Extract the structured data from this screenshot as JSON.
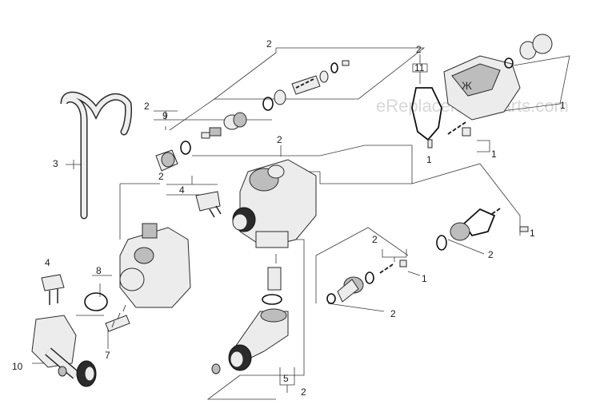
{
  "watermark": "eReplacementParts.com",
  "parts": [
    {
      "id": "p2-top",
      "label": "2"
    },
    {
      "id": "p2-topright",
      "label": "2"
    },
    {
      "id": "p11",
      "label": "11"
    },
    {
      "id": "p1-housing",
      "label": "1"
    },
    {
      "id": "p2-left",
      "label": "2"
    },
    {
      "id": "p9",
      "label": "9"
    },
    {
      "id": "p3",
      "label": "3"
    },
    {
      "id": "p2-mid",
      "label": "2"
    },
    {
      "id": "p2-leftlow",
      "label": "2"
    },
    {
      "id": "p4-upper",
      "label": "4"
    },
    {
      "id": "p1-spring",
      "label": "1"
    },
    {
      "id": "p1-gasket",
      "label": "1"
    },
    {
      "id": "p1-right",
      "label": "1"
    },
    {
      "id": "p2-right",
      "label": "2"
    },
    {
      "id": "p2-center",
      "label": "2"
    },
    {
      "id": "p1-center",
      "label": "1"
    },
    {
      "id": "p2-lowcenter",
      "label": "2"
    },
    {
      "id": "p4-lower",
      "label": "4"
    },
    {
      "id": "p8",
      "label": "8"
    },
    {
      "id": "p7",
      "label": "7"
    },
    {
      "id": "p10",
      "label": "10"
    },
    {
      "id": "p5",
      "label": "5"
    },
    {
      "id": "p2-bottom",
      "label": "2"
    }
  ]
}
